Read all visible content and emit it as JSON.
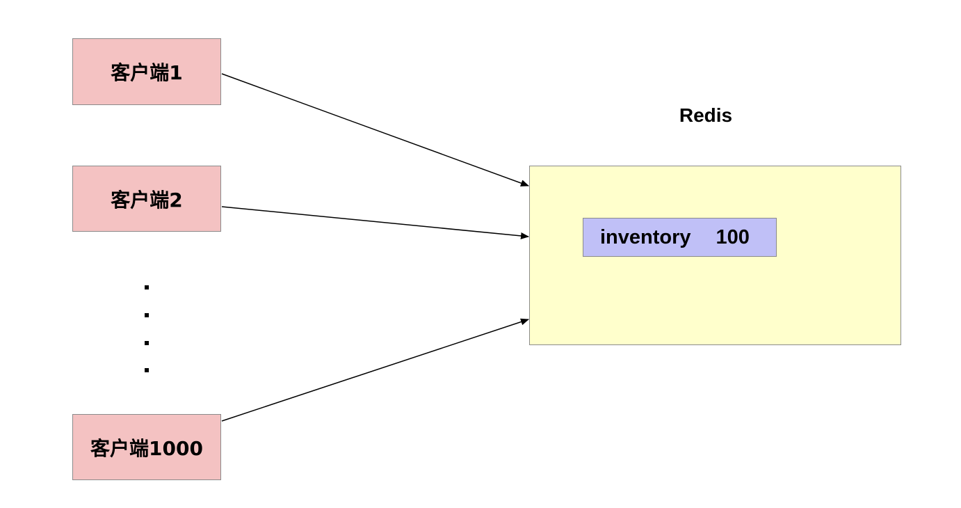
{
  "clients": [
    {
      "id": "client1",
      "label": "客户端1"
    },
    {
      "id": "client2",
      "label": "客户端2"
    },
    {
      "id": "client1000",
      "label": "客户端1000"
    }
  ],
  "ellipsis": ".",
  "redis": {
    "title": "Redis",
    "entry": {
      "key": "inventory",
      "value": "100"
    }
  },
  "colors": {
    "client_fill": "#f4c2c2",
    "redis_fill": "#ffffcc",
    "entry_fill": "#c0c0f7",
    "border": "#8a8a8a",
    "arrow": "#000000"
  }
}
